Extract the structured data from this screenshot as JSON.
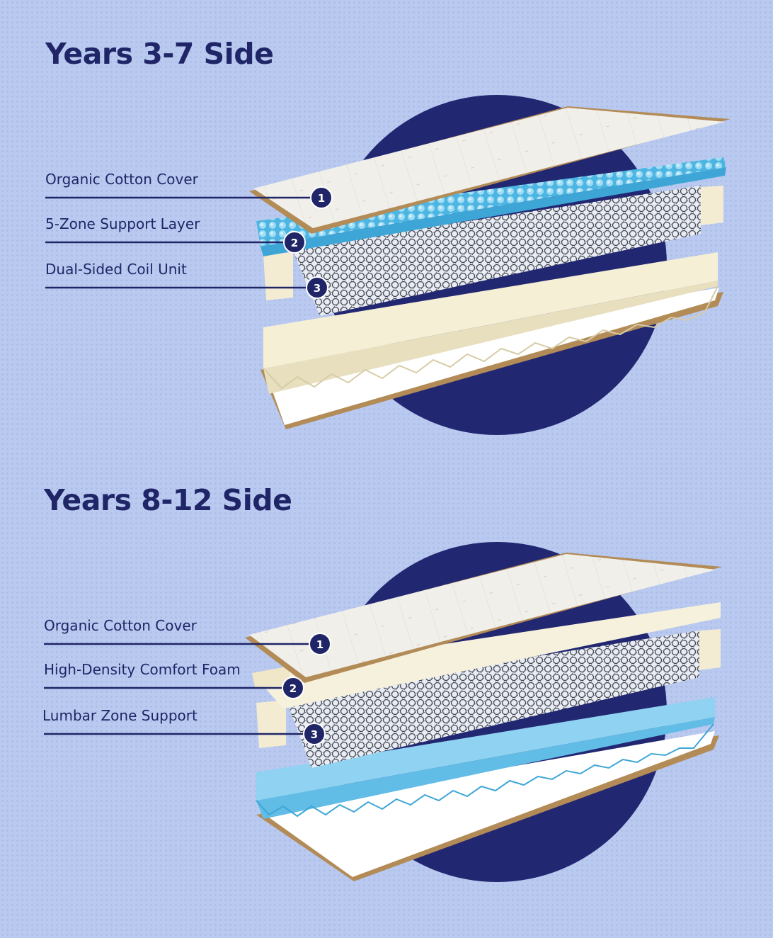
{
  "sections": [
    {
      "title": "Years 3-7 Side",
      "layers": [
        {
          "number": "1",
          "label": "Organic Cotton Cover"
        },
        {
          "number": "2",
          "label": "5-Zone Support Layer"
        },
        {
          "number": "3",
          "label": "Dual-Sided Coil Unit"
        }
      ]
    },
    {
      "title": "Years 8-12 Side",
      "layers": [
        {
          "number": "1",
          "label": "Organic Cotton Cover"
        },
        {
          "number": "2",
          "label": "High-Density Comfort Foam"
        },
        {
          "number": "3",
          "label": "Lumbar Zone Support"
        }
      ]
    }
  ],
  "colors": {
    "background": "#b9c9ef",
    "navy": "#1f2566",
    "blue_foam": "#5cc0ea",
    "cream_foam": "#f5efd6",
    "cover": "#efeee9",
    "piping": "#b28b57"
  }
}
